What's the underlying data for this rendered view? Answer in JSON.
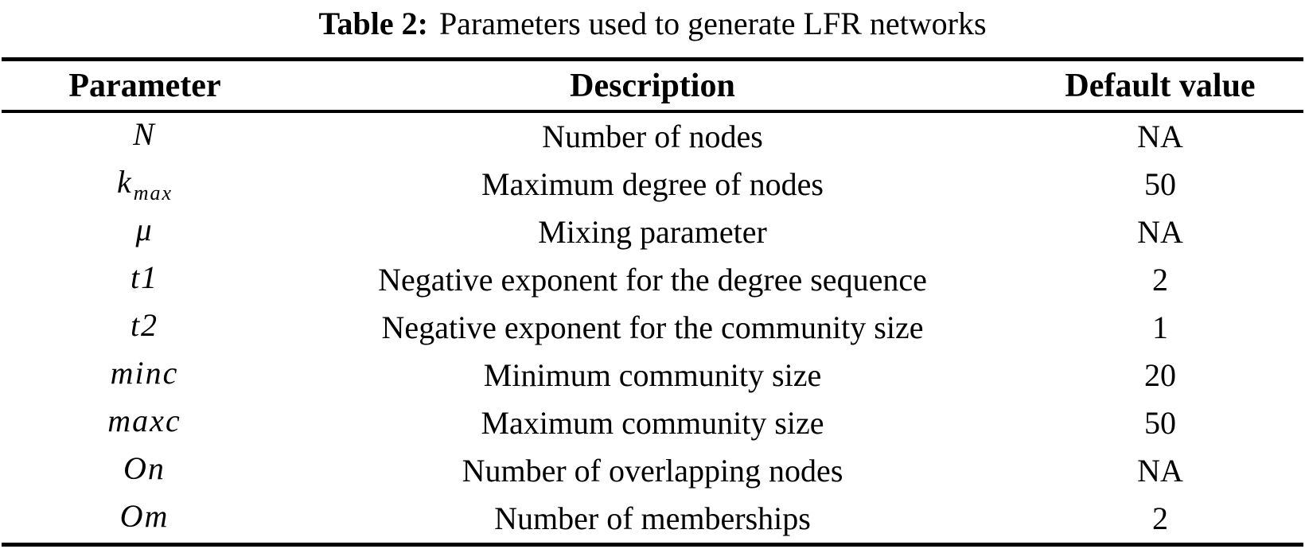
{
  "caption": {
    "label": "Table 2:",
    "text": "Parameters used to generate LFR networks"
  },
  "table": {
    "headers": {
      "parameter": "Parameter",
      "description": "Description",
      "default_value": "Default value"
    },
    "rows": [
      {
        "param": "N",
        "param_sub": "",
        "description": "Number of nodes",
        "value": "NA"
      },
      {
        "param": "k",
        "param_sub": "max",
        "description": "Maximum degree of nodes",
        "value": "50"
      },
      {
        "param": "μ",
        "param_sub": "",
        "description": "Mixing parameter",
        "value": "NA"
      },
      {
        "param": "t1",
        "param_sub": "",
        "description": "Negative exponent for the degree sequence",
        "value": "2"
      },
      {
        "param": "t2",
        "param_sub": "",
        "description": "Negative exponent for the community size",
        "value": "1"
      },
      {
        "param": "minc",
        "param_sub": "",
        "description": "Minimum community size",
        "value": "20"
      },
      {
        "param": "maxc",
        "param_sub": "",
        "description": "Maximum community size",
        "value": "50"
      },
      {
        "param": "On",
        "param_sub": "",
        "description": "Number of overlapping nodes",
        "value": "NA"
      },
      {
        "param": "Om",
        "param_sub": "",
        "description": "Number of memberships",
        "value": "2"
      }
    ]
  }
}
